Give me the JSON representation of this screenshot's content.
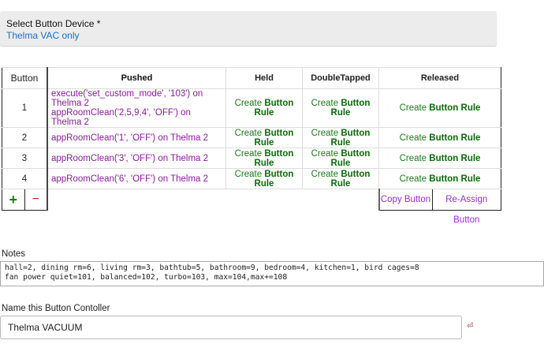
{
  "select": {
    "label": "Select Button Device *",
    "value": "Thelma VAC only"
  },
  "table": {
    "headers": [
      "Button",
      "Pushed",
      "Held",
      "DoubleTapped",
      "Released"
    ],
    "rows": [
      {
        "num": "1",
        "pushed": [
          "execute('set_custom_mode', '103') on Thelma 2",
          "appRoomClean('2,5,9,4', 'OFF') on Thelma 2"
        ]
      },
      {
        "num": "2",
        "pushed": [
          "appRoomClean('1', 'OFF') on Thelma 2"
        ]
      },
      {
        "num": "3",
        "pushed": [
          "appRoomClean('3', 'OFF') on Thelma 2"
        ]
      },
      {
        "num": "4",
        "pushed": [
          "appRoomClean('6', 'OFF') on Thelma 2"
        ]
      }
    ],
    "create_a": "Create ",
    "create_b": "Button Rule",
    "add": "+",
    "remove": "−",
    "copy": "Copy Button",
    "reassign": "Re-Assign Button"
  },
  "notes": {
    "label": "Notes",
    "value": "hall=2, dining rm=6, living rm=3, bathtub=5, bathroom=9, bedroom=4, kitchen=1, bird cages=8\nfan power quiet=101, balanced=102, turbo=103, max=104,max+=108"
  },
  "name": {
    "label": "Name this Button Contoller",
    "value": "Thelma VACUUM"
  },
  "icons": {
    "name_field": "resize-handle-icon"
  }
}
